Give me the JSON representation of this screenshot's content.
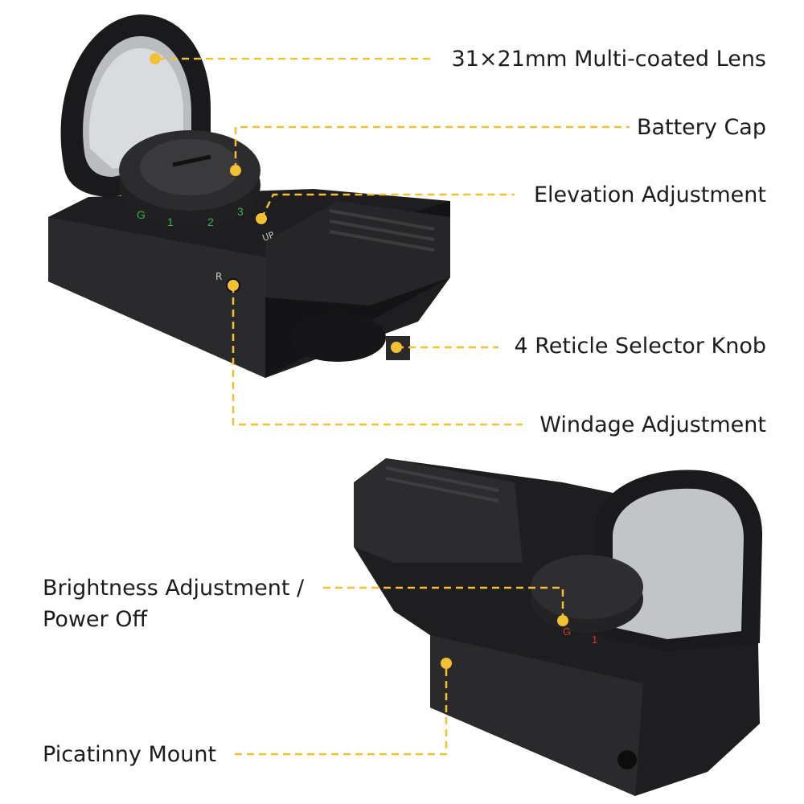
{
  "callouts": {
    "lens": "31×21mm Multi-coated Lens",
    "battery_cap": "Battery Cap",
    "elevation": "Elevation Adjustment",
    "reticle_selector": "4 Reticle Selector Knob",
    "windage": "Windage Adjustment",
    "brightness_line1": "Brightness Adjustment /",
    "brightness_line2": "Power Off",
    "picatinny": "Picatinny Mount"
  },
  "dial_marks": [
    "G",
    "1",
    "2",
    "3"
  ],
  "dial_marks_lower": [
    "G",
    "1"
  ],
  "engravings": {
    "up": "UP",
    "r": "R"
  },
  "colors": {
    "accent": "#f2c033",
    "text": "#1c1c1c",
    "body": "#1e1e20"
  }
}
